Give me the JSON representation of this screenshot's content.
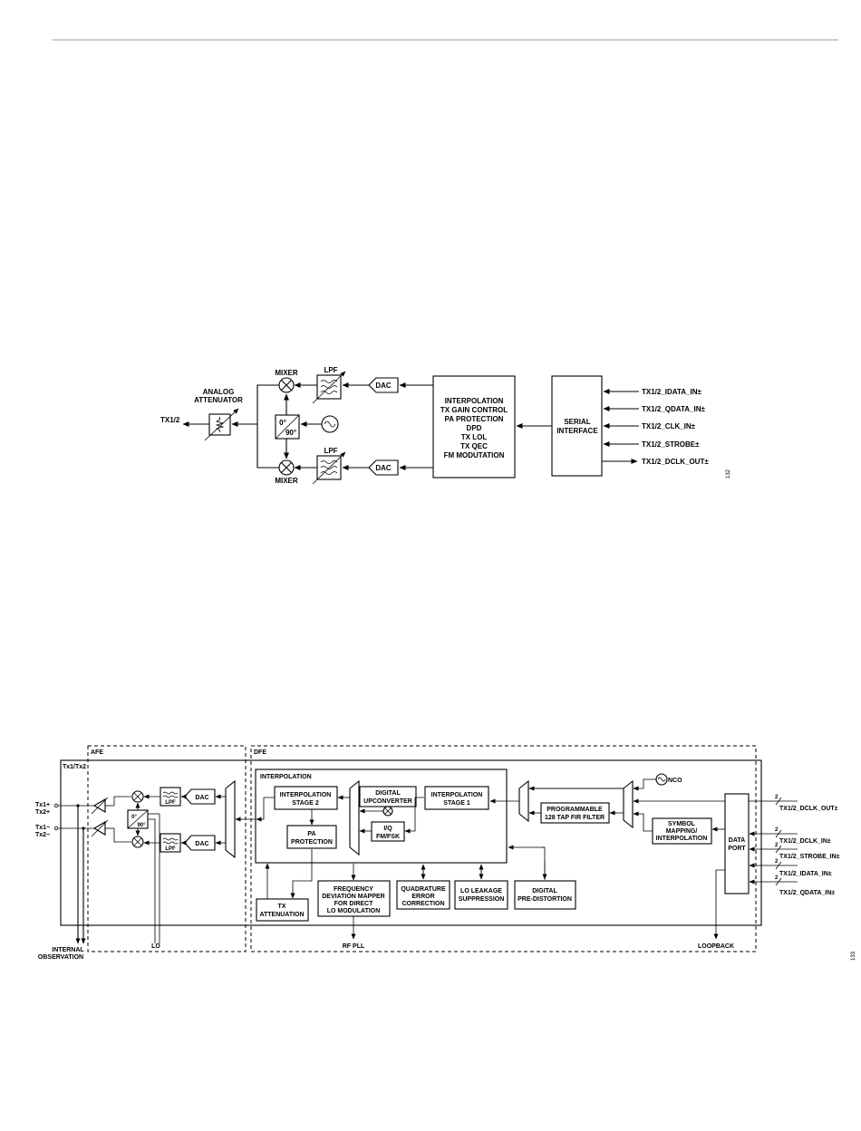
{
  "figure1": {
    "id": "132",
    "output_label": "TX1/2",
    "attenuator_label": [
      "ANALOG",
      "ATTENUATOR"
    ],
    "mixer_top": "MIXER",
    "mixer_bottom": "MIXER",
    "lpf_top": "LPF",
    "lpf_bottom": "LPF",
    "dac_top": "DAC",
    "dac_bottom": "DAC",
    "phase_0": "0°",
    "phase_90": "90°",
    "processing_block": [
      "INTERPOLATION",
      "TX GAIN CONTROL",
      "PA PROTECTION",
      "DPD",
      "TX LOL",
      "TX QEC",
      "FM MODUTATION"
    ],
    "serial_interface": [
      "SERIAL",
      "INTERFACE"
    ],
    "signals": [
      "TX1/2_IDATA_IN±",
      "TX1/2_QDATA_IN±",
      "TX1/2_CLK_IN±",
      "TX1/2_STROBE±",
      "TX1/2_DCLK_OUT±"
    ]
  },
  "figure2": {
    "id": "133",
    "afe_label": "AFE",
    "dfe_label": "DFE",
    "channel_label": "Tx1/Tx2",
    "pins": [
      "Tx1+",
      "Tx2+",
      "Tx1−",
      "Tx2−"
    ],
    "phase_0": "0°",
    "phase_90": "90°",
    "lpf_top": "LPF",
    "lpf_bottom": "LPF",
    "dac_top": "DAC",
    "dac_bottom": "DAC",
    "interpolation_label": "INTERPOLATION",
    "interp_stage2": [
      "INTERPOLATION",
      "STAGE 2"
    ],
    "pa_protection": [
      "PA",
      "PROTECTION"
    ],
    "digital_upconverter": [
      "DIGITAL",
      "UPCONVERTER"
    ],
    "iq_fmfsk": [
      "I/Q",
      "FM/FSK"
    ],
    "interp_stage1": [
      "INTERPOLATION",
      "STAGE 1"
    ],
    "fir_filter": [
      "PROGRAMMABLE",
      "128 TAP FIR FILTER"
    ],
    "nco": "NCO",
    "symbol_mapping": [
      "SYMBOL",
      "MAPPING/",
      "INTERPOLATION"
    ],
    "data_port": [
      "DATA",
      "PORT"
    ],
    "tx_attenuation": [
      "TX",
      "ATTENUATION"
    ],
    "freq_dev_mapper": [
      "FREQUENCY",
      "DEVIATION MAPPER",
      "FOR DIRECT",
      "LO MODULATION"
    ],
    "quad_error": [
      "QUADRATURE",
      "ERROR",
      "CORRECTION"
    ],
    "lo_leakage": [
      "LO LEAKAGE",
      "SUPPRESSION"
    ],
    "dpd": [
      "DIGITAL",
      "PRE-DISTORTION"
    ],
    "bottom_labels": {
      "internal": [
        "INTERNAL",
        "OBSERVATION"
      ],
      "lo": "LO",
      "rf_pll": "RF PLL",
      "loopback": "LOOPBACK"
    },
    "bus_width": "2",
    "signals": [
      "TX1/2_DCLK_OUT±",
      "TX1/2_DCLK_IN±",
      "TX1/2_STROBE_IN±",
      "TX1/2_IDATA_IN±",
      "TX1/2_QDATA_IN±"
    ]
  }
}
